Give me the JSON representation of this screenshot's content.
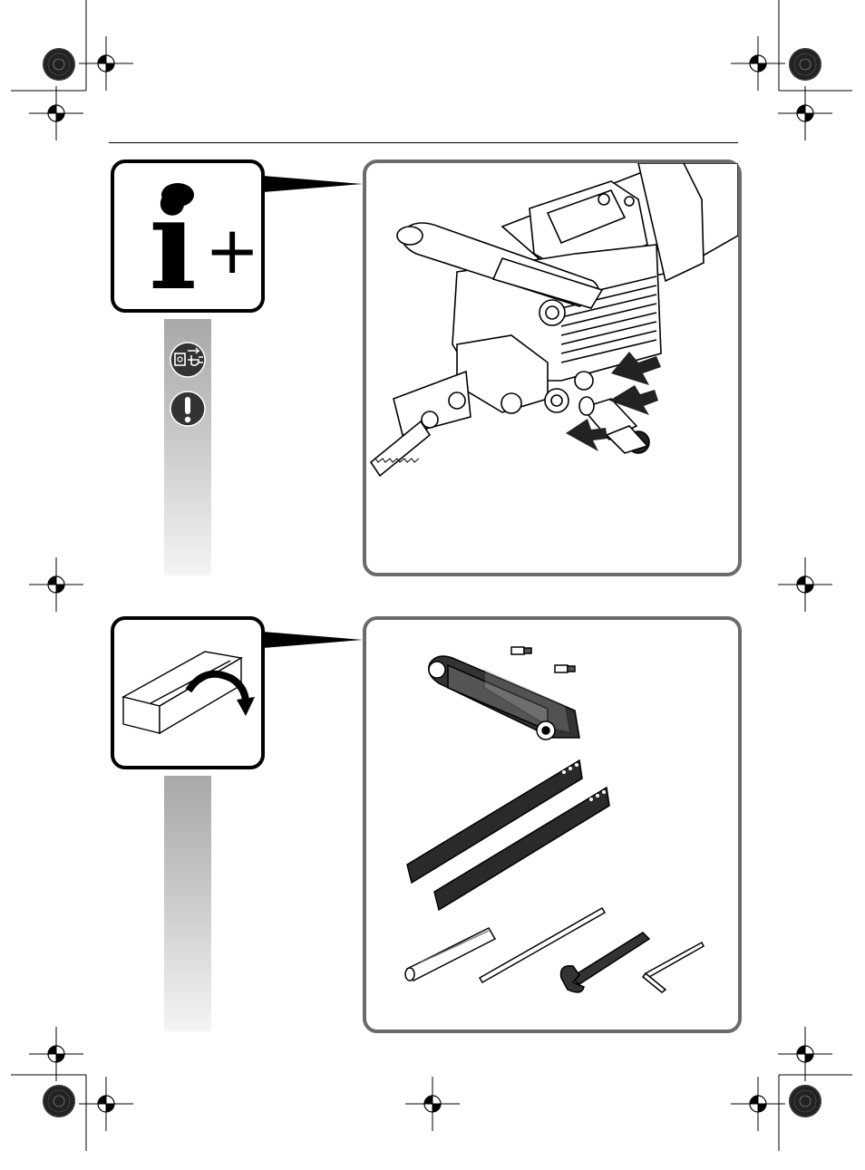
{
  "page": {
    "header_rule": true
  },
  "section1": {
    "icon": "info-plus-icon",
    "info_letter": "i",
    "info_plus": "+",
    "side_icons": [
      "unplug-before-work-icon",
      "warning-exclamation-icon"
    ],
    "illustration": "blade-mounting-illustration"
  },
  "section2": {
    "icon": "unpacking-box-icon",
    "illustration": "delivery-contents-illustration",
    "contents": [
      "handle",
      "screws",
      "saw-blades",
      "pin",
      "rod",
      "open-end-wrench",
      "hex-key"
    ]
  },
  "colors": {
    "panel_border": "#6b6b6b",
    "icon_border": "#000000",
    "bar_top": "#a8a8a8",
    "bar_bottom": "#f4f4f4"
  }
}
